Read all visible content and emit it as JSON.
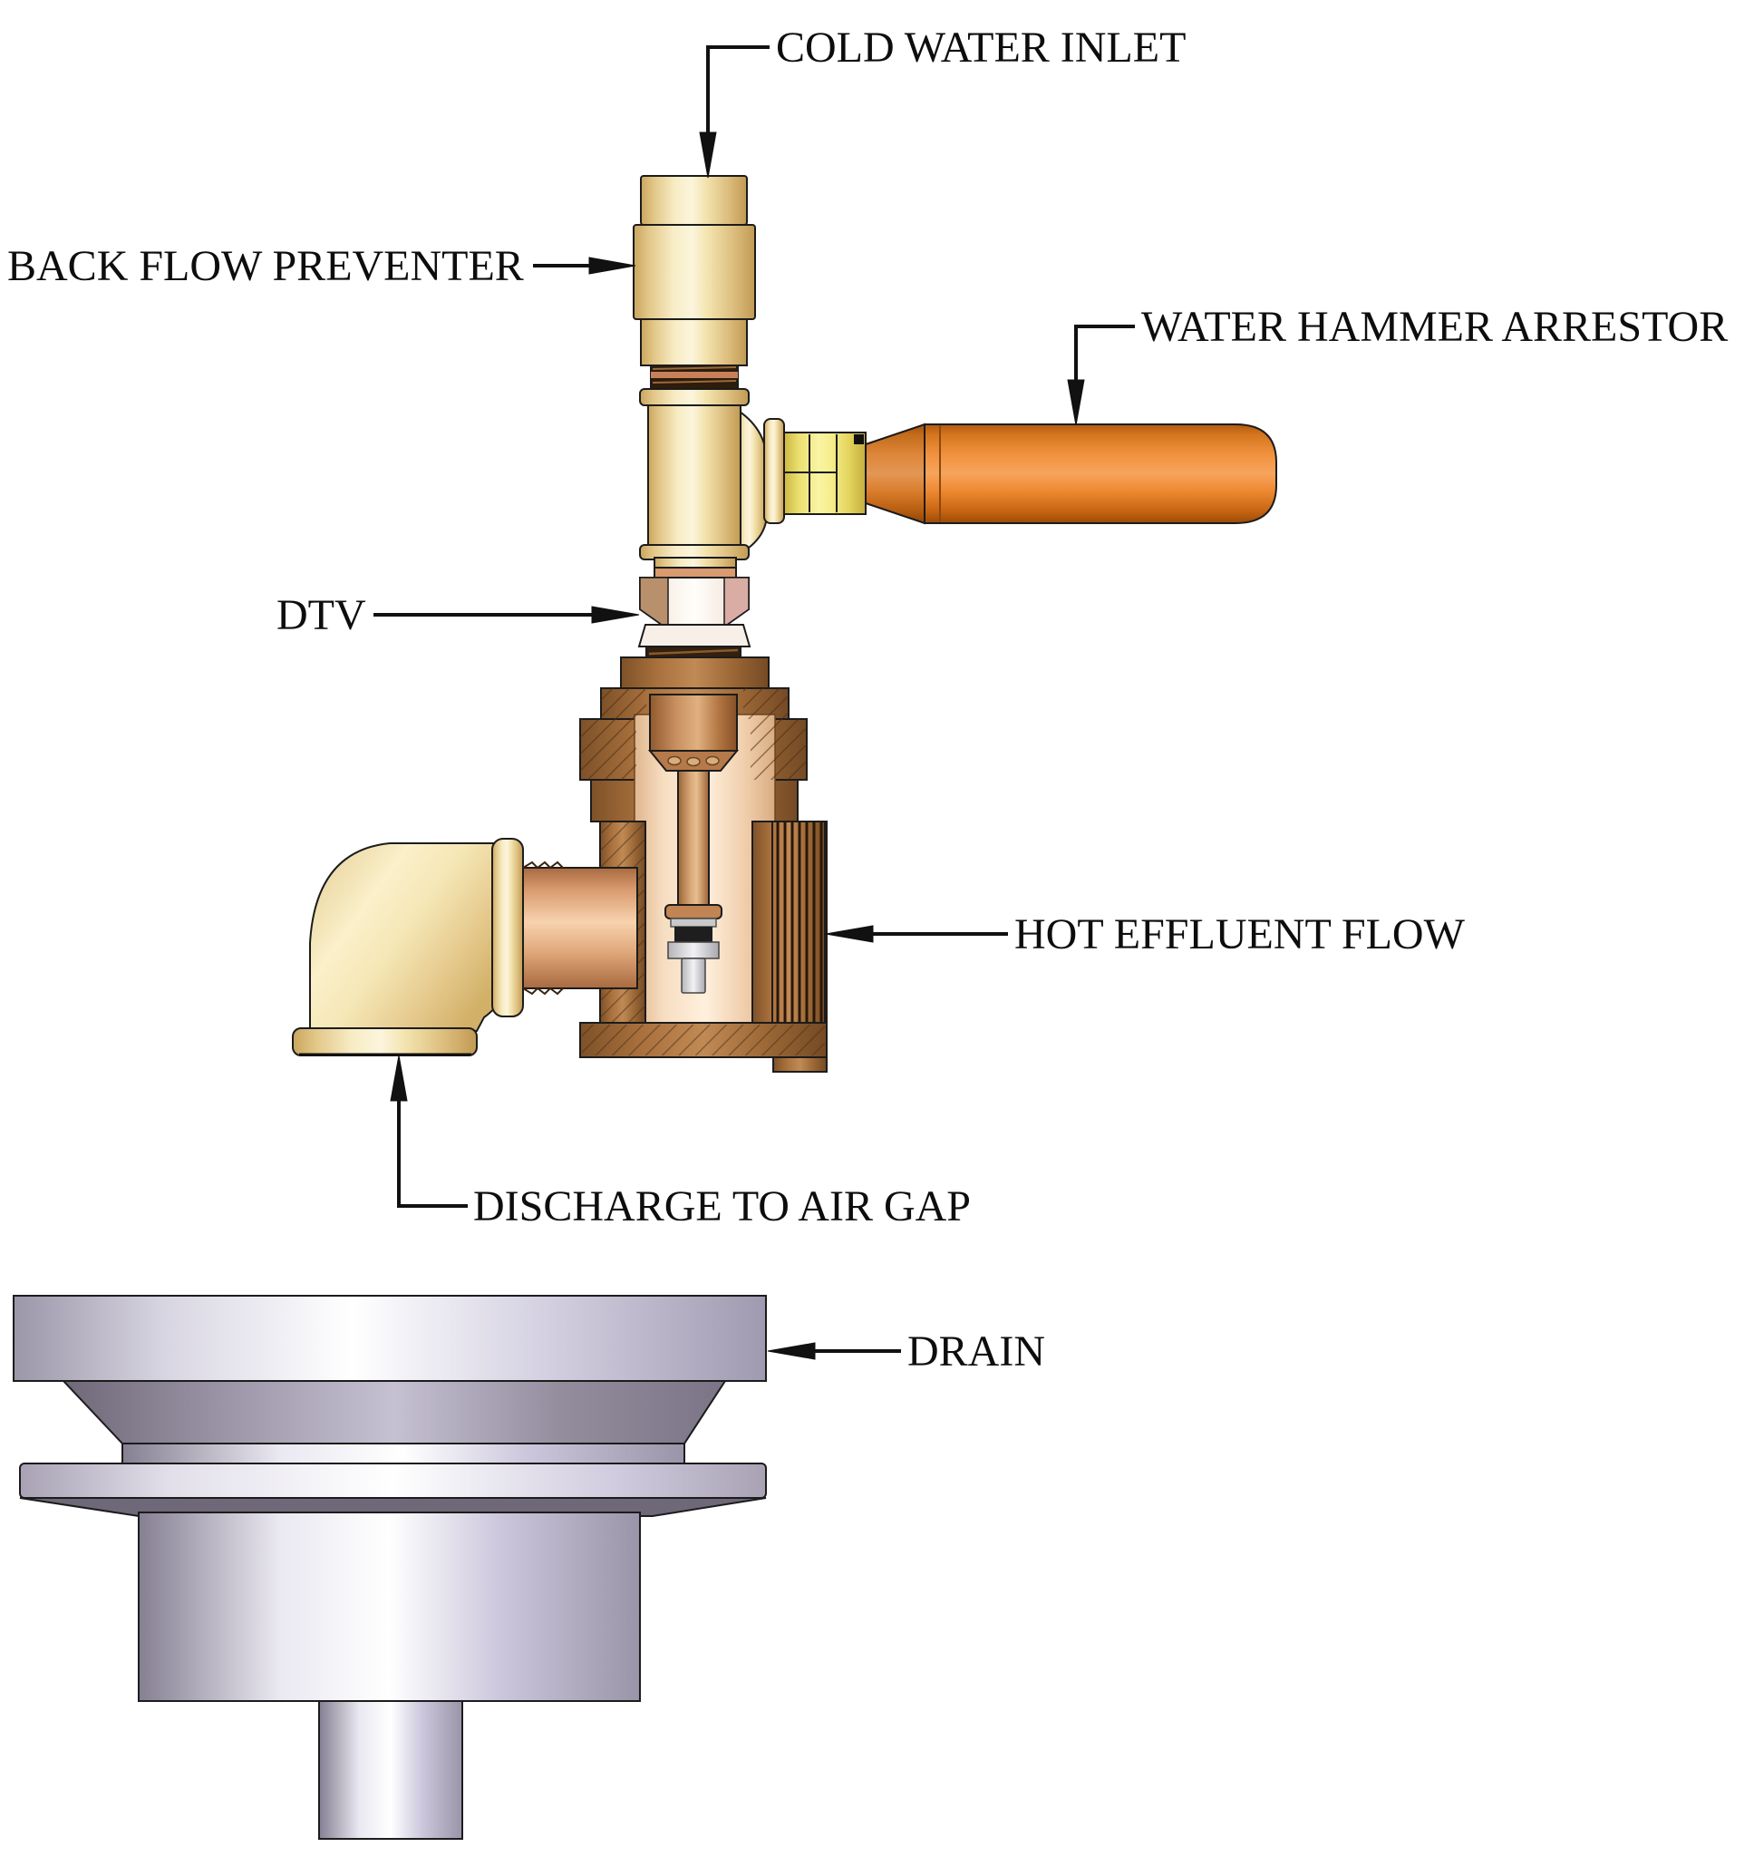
{
  "diagram": {
    "type": "plumbing-installation-diagram",
    "background": "#ffffff",
    "labels": {
      "cold_water_inlet": "COLD WATER INLET",
      "back_flow_preventer": "BACK FLOW PREVENTER",
      "water_hammer_arrestor": "WATER HAMMER ARRESTOR",
      "dtv": "DTV",
      "hot_effluent_flow": "HOT EFFLUENT FLOW",
      "discharge_to_air_gap": "DISCHARGE TO AIR GAP",
      "drain": "DRAIN"
    },
    "colors": {
      "brass": "#F2E2AC",
      "yellow_nut": "#F8EE7E",
      "arrestor_orange": "#E8761E",
      "copper_pipe": "#E3A578",
      "valve_bronze": "#A9713D",
      "drain_silver": "#DDD9E8",
      "leader_line": "#111111"
    }
  }
}
